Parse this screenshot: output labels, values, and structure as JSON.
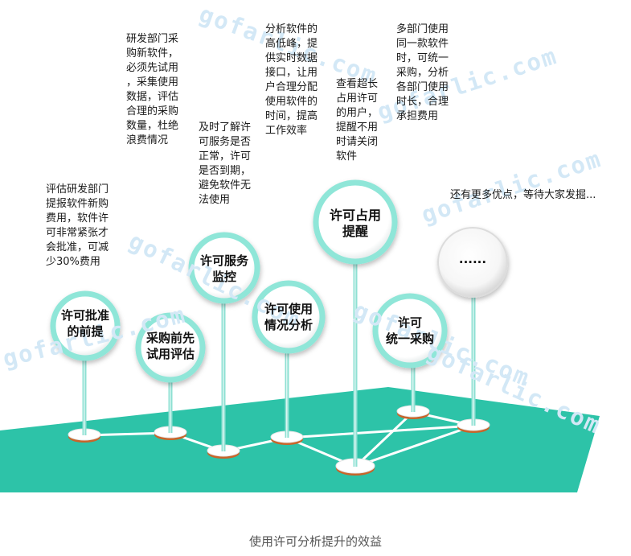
{
  "watermark": "gofarlic.com",
  "caption": "使用许可分析提升的效益",
  "extra_note": "还有更多优点，等待大家发掘...",
  "nodes": [
    {
      "id": "approval",
      "label": "许可批准\n的前提",
      "desc": "评估研发部门\n提报软件新购\n费用，软件许\n可非常紧张才\n会批准，可减\n少30%费用"
    },
    {
      "id": "trial",
      "label": "采购前先\n试用评估",
      "desc": "研发部门采\n购新软件，\n必须先试用\n，采集使用\n数据，评估\n合理的采购\n数量，杜绝\n浪费情况"
    },
    {
      "id": "service",
      "label": "许可服务\n监控",
      "desc": "及时了解许\n可服务是否\n正常，许可\n是否到期，\n避免软件无\n法使用"
    },
    {
      "id": "usage",
      "label": "许可使用\n情况分析",
      "desc": "分析软件的\n高低峰，提\n供实时数据\n接口，让用\n户合理分配\n使用软件的\n时间，提高\n工作效率"
    },
    {
      "id": "occupy",
      "label": "许可占用\n提醒",
      "desc": "查看超长\n占用许可\n的用户，\n提醒不用\n时请关闭\n软件"
    },
    {
      "id": "unified",
      "label": "许可\n统一采购",
      "desc": "多部门使用\n同一款软件\n时，可统一\n采购，分析\n各部门使用\n时长，合理\n承担费用"
    },
    {
      "id": "more",
      "label": "......",
      "desc": ""
    }
  ]
}
